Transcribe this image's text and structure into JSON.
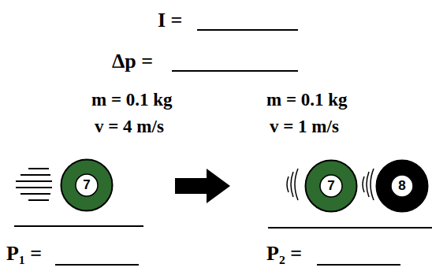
{
  "diagram": {
    "nodes": [
      {
        "text": [
          "7"
        ]
      },
      {
        "text": [
          "7"
        ]
      },
      {
        "text": [
          "8"
        ]
      }
    ],
    "labels": [
      "I =",
      "Δp =",
      "m = 0.1 kg",
      "v = 4 m/s",
      "m = 0.1 kg",
      "v = 1 m/s",
      "P₁ =",
      "P₂ ="
    ]
  }
}
